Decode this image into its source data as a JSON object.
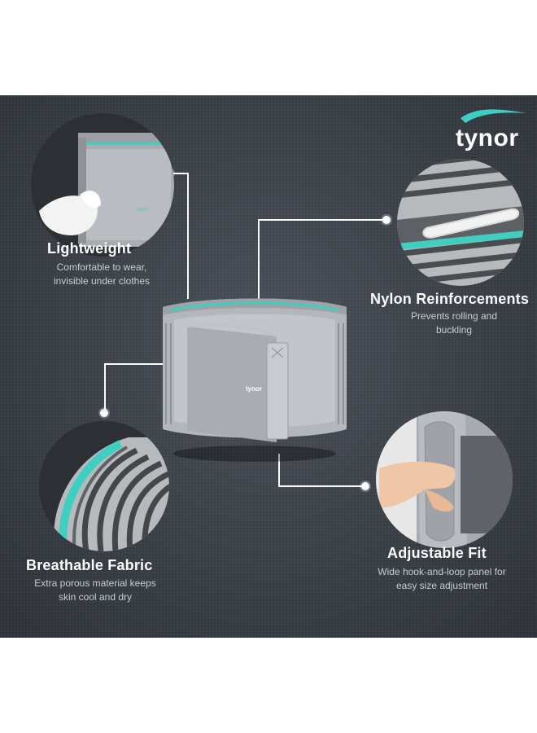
{
  "brand": {
    "logo": "tynor",
    "belt_logo": "tynor"
  },
  "colors": {
    "background": "#3a3f46",
    "accent": "#3ecfc2",
    "fabric": "#b8bcc0",
    "text": "#ffffff"
  },
  "features": {
    "lightweight": {
      "title": "Lightweight",
      "desc_line1": "Comfortable to wear,",
      "desc_line2": "invisible under clothes"
    },
    "nylon": {
      "title": "Nylon Reinforcements",
      "desc_line1": "Prevents rolling and",
      "desc_line2": "buckling"
    },
    "breathable": {
      "title": "Breathable Fabric",
      "desc_line1": "Extra porous material keeps",
      "desc_line2": "skin cool and dry"
    },
    "adjustable": {
      "title": "Adjustable Fit",
      "desc_line1": "Wide hook-and-loop panel for",
      "desc_line2": "easy size adjustment"
    }
  }
}
